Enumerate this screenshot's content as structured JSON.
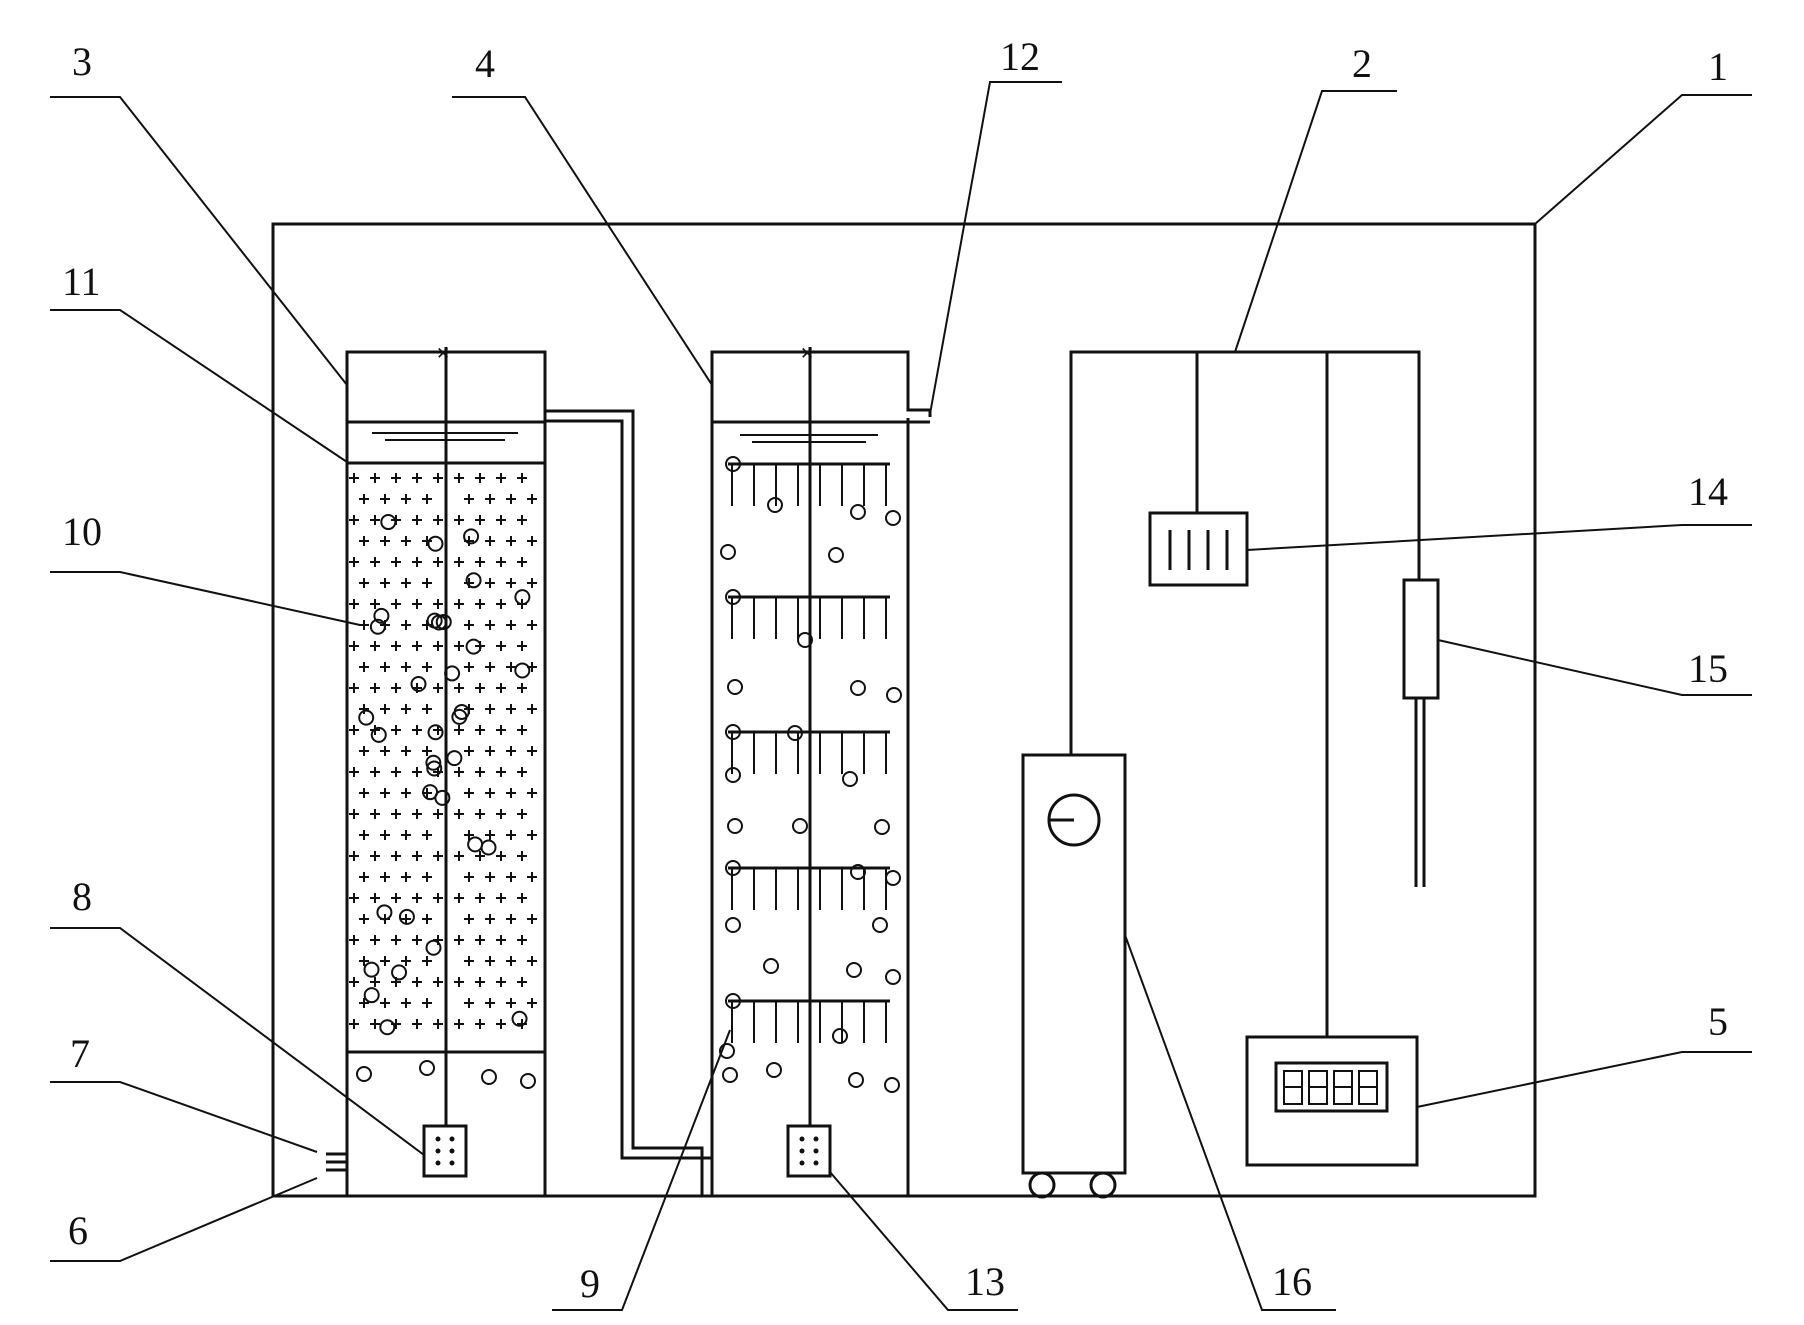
{
  "colors": {
    "line": "#111111",
    "background": "#ffffff"
  },
  "labels": {
    "l1": "1",
    "l2": "2",
    "l3": "3",
    "l4": "4",
    "l5": "5",
    "l6": "6",
    "l7": "7",
    "l8": "8",
    "l9": "9",
    "l10": "10",
    "l11": "11",
    "l12": "12",
    "l13": "13",
    "l14": "14",
    "l15": "15",
    "l16": "16"
  }
}
